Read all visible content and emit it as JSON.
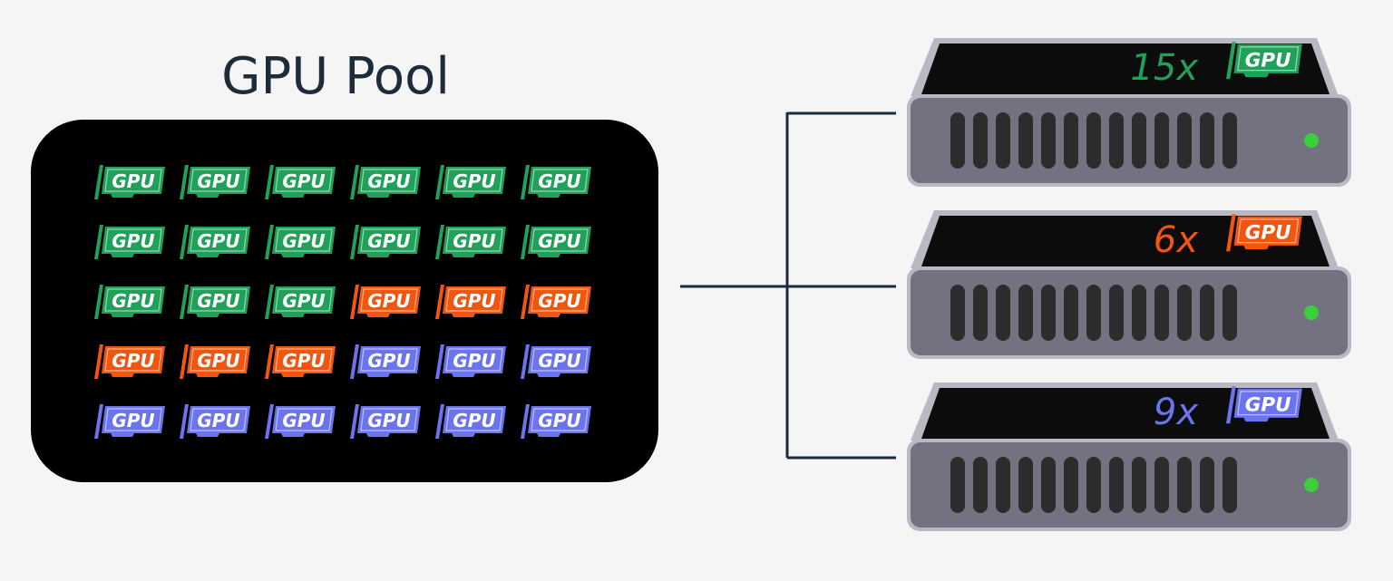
{
  "title": "GPU Pool",
  "colors": {
    "green": "#1fa15a",
    "orange": "#f2550f",
    "blue": "#6b74ee",
    "pool_bg": "#000000",
    "connector": "#1d2b3a",
    "server_body": "#727280",
    "server_led": "#3ccf3c"
  },
  "gpu_label": "GPU",
  "pool_grid": [
    [
      "green",
      "green",
      "green",
      "green",
      "green",
      "green"
    ],
    [
      "green",
      "green",
      "green",
      "green",
      "green",
      "green"
    ],
    [
      "green",
      "green",
      "green",
      "orange",
      "orange",
      "orange"
    ],
    [
      "orange",
      "orange",
      "orange",
      "blue",
      "blue",
      "blue"
    ],
    [
      "blue",
      "blue",
      "blue",
      "blue",
      "blue",
      "blue"
    ]
  ],
  "servers": [
    {
      "count_label": "15x",
      "badge_label": "GPU",
      "color": "green"
    },
    {
      "count_label": "6x",
      "badge_label": "GPU",
      "color": "orange"
    },
    {
      "count_label": "9x",
      "badge_label": "GPU",
      "color": "blue"
    }
  ],
  "icons": {
    "gpu_card": "gpu-card-icon",
    "server": "server-rack-icon",
    "status_led": "status-led-icon"
  }
}
